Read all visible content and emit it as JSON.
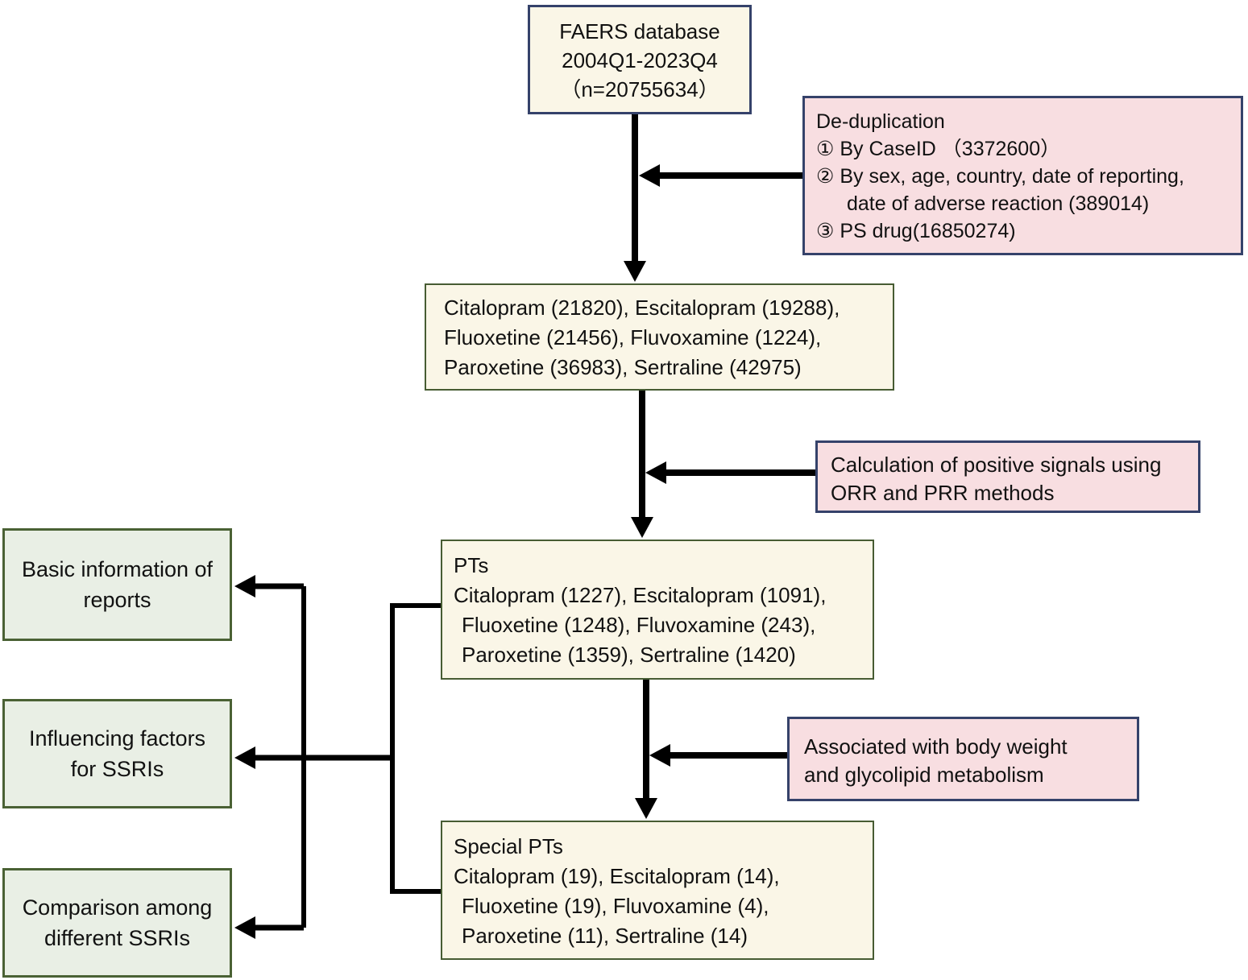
{
  "diagram_title": "FAERS SSRI analysis flowchart",
  "colors": {
    "cream_fill": "#faf6e7",
    "pink_fill": "#f8dee1",
    "green_fill": "#e9efe5",
    "navy_border": "#35426a",
    "olive_border": "#475c33",
    "arrow": "#000000"
  },
  "boxes": {
    "faers": {
      "lines": [
        "FAERS database",
        "2004Q1-2023Q4",
        "（n=20755634）"
      ]
    },
    "dedup": {
      "lines": [
        "De-duplication",
        "① By CaseID （3372600）",
        "② By sex, age, country, date of reporting,",
        "date of adverse reaction (389014)",
        "③ PS drug(16850274)"
      ]
    },
    "drug_counts": {
      "lines": [
        "Citalopram (21820), Escitalopram (19288),",
        "Fluoxetine (21456), Fluvoxamine (1224),",
        "Paroxetine (36983), Sertraline (42975)"
      ]
    },
    "calculation": {
      "lines": [
        "Calculation of positive signals using",
        "ORR and PRR methods"
      ]
    },
    "pts": {
      "lines": [
        "PTs",
        "Citalopram (1227), Escitalopram (1091),",
        "Fluoxetine (1248), Fluvoxamine (243),",
        "Paroxetine (1359), Sertraline (1420)"
      ]
    },
    "association": {
      "lines": [
        "Associated with body weight",
        "and glycolipid metabolism"
      ]
    },
    "special_pts": {
      "lines": [
        "Special PTs",
        "Citalopram (19), Escitalopram (14),",
        "Fluoxetine (19), Fluvoxamine (4),",
        "Paroxetine (11), Sertraline (14)"
      ]
    },
    "basic_info": {
      "lines": [
        "Basic information of",
        "reports"
      ]
    },
    "influencing": {
      "lines": [
        "Influencing factors",
        "for SSRIs"
      ]
    },
    "comparison": {
      "lines": [
        "Comparison among",
        "different SSRIs"
      ]
    }
  }
}
